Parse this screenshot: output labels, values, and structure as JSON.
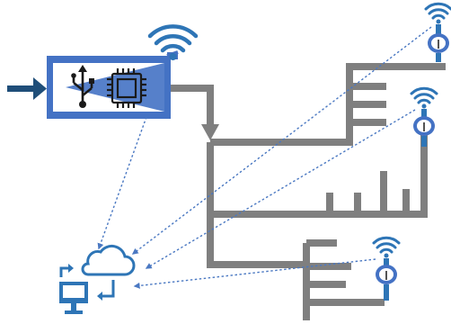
{
  "colors": {
    "brand_blue": "#4472c4",
    "pipe_gray": "#7f7f7f",
    "arrow_navy": "#1f4e79",
    "wifi_blue": "#2e75b6",
    "dotted_link": "#4a78c2",
    "chip_dark": "#1a1a1a",
    "white": "#ffffff"
  },
  "gateway": {
    "icons": [
      "input-arrow-icon",
      "usb-icon",
      "microchip-icon",
      "wifi-icon"
    ]
  },
  "cloud_station": {
    "icons": [
      "cloud-icon",
      "monitor-icon",
      "sync-arrows-icon"
    ]
  },
  "pipe_network": {
    "main_line": "gray-pipe-trunk",
    "branches": 3
  },
  "sensors": [
    {
      "name": "sensor-top-right",
      "icons": [
        "wifi-icon",
        "flow-meter-icon"
      ]
    },
    {
      "name": "sensor-middle-right",
      "icons": [
        "wifi-icon",
        "flow-meter-icon"
      ]
    },
    {
      "name": "sensor-bottom",
      "icons": [
        "wifi-icon",
        "flow-meter-icon"
      ]
    }
  ],
  "links": {
    "style": "dotted",
    "count": 4
  }
}
